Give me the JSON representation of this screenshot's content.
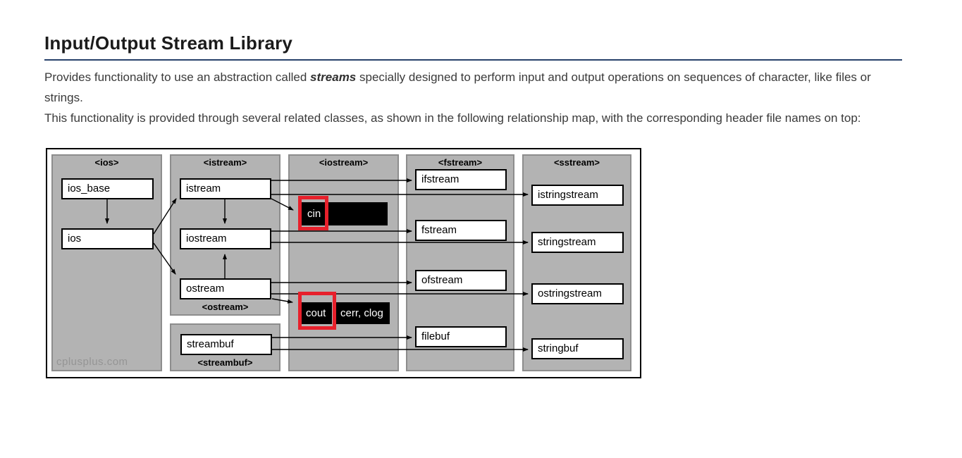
{
  "page": {
    "title": "Input/Output Stream Library",
    "intro": {
      "before": "Provides functionality to use an abstraction called ",
      "emphasis": "streams",
      "after": " specially designed to perform input and output operations on sequences of character, like files or strings."
    },
    "description": "This functionality is provided through several related classes, as shown in the following relationship map, with the corresponding header file names on top:"
  },
  "diagram": {
    "watermark": "cplusplus.com",
    "colors": {
      "panel_fill": "#b3b3b3",
      "panel_border": "#8d8d8d",
      "highlight_red": "#e7202b",
      "title_rule_navy": "#27416b",
      "object_box": "#000000"
    },
    "headers": {
      "ios": "<ios>",
      "istream": "<istream>",
      "iostream": "<iostream>",
      "fstream": "<fstream>",
      "sstream": "<sstream>",
      "ostream_footer": "<ostream>",
      "streambuf_footer": "<streambuf>"
    },
    "classes": [
      "ios_base",
      "ios",
      "istream",
      "iostream",
      "ostream",
      "streambuf",
      "ifstream",
      "fstream",
      "ofstream",
      "filebuf",
      "istringstream",
      "stringstream",
      "ostringstream",
      "stringbuf"
    ],
    "objects": {
      "cin": "cin",
      "cout": "cout",
      "cerr_clog": "cerr, clog"
    }
  }
}
